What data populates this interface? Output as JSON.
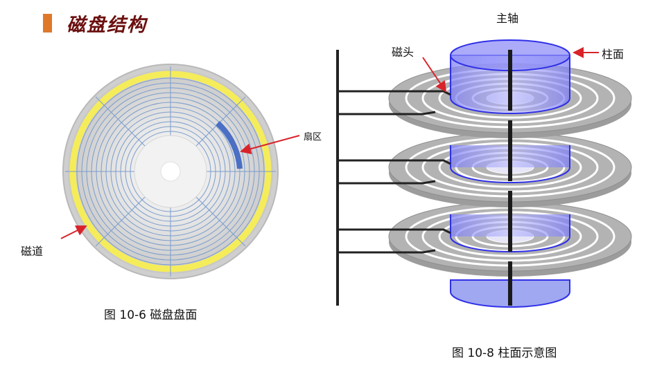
{
  "heading": {
    "text": "磁盘结构",
    "accent_color": "#e0782a",
    "text_color": "#6b0f0f"
  },
  "left_figure": {
    "sector_label": "扇区",
    "track_label": "磁道",
    "caption": "图 10-6 磁盘盘面"
  },
  "right_figure": {
    "spindle_label": "主轴",
    "head_label": "磁头",
    "cylinder_label": "柱面",
    "caption": "图 10-8 柱面示意图"
  },
  "colors": {
    "track_highlight": "#f5ec5a",
    "sector_highlight": "#4a6fc4",
    "arrow": "#d8232a",
    "cylinder": "#2f2fe8",
    "platter": "#a9a9a9"
  }
}
